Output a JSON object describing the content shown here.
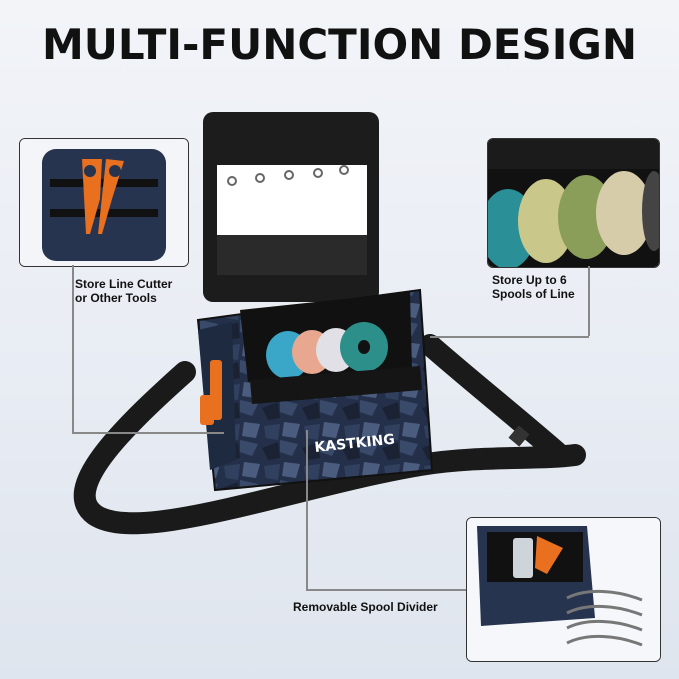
{
  "title": "MULTI-FUNCTION DESIGN",
  "callouts": {
    "tools": "Store Line Cutter or Other Tools",
    "spools": "Store Up to 6 Spools of Line",
    "divider": "Removable Spool Divider"
  },
  "brand": "KASTKING",
  "colors": {
    "bag_camo_dark": "#1d2638",
    "bag_camo_mid": "#2e3c58",
    "bag_camo_light": "#4b5d7e",
    "strap": "#1a1a1a",
    "accent_orange": "#e8701f"
  }
}
